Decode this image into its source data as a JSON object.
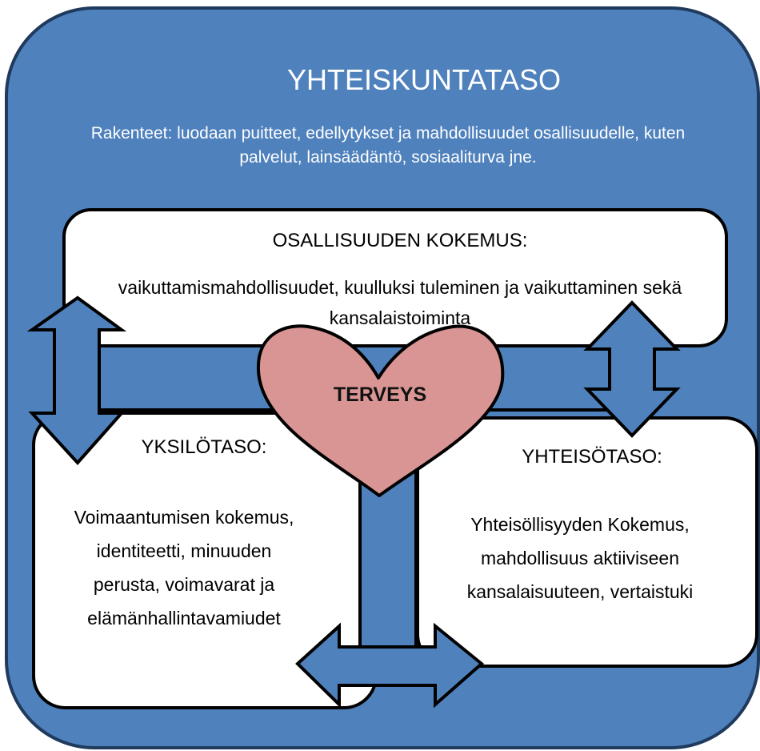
{
  "colors": {
    "outer_fill": "#4f81bd",
    "outer_stroke": "#1f3a5c",
    "box_fill": "#ffffff",
    "heart_fill": "#d99594",
    "arrow_fill": "#4f81bd"
  },
  "societal_level": {
    "title": "YHTEISKUNTATASO",
    "description": "Rakenteet: luodaan puitteet, edellytykset ja mahdollisuudet osallisuudelle, kuten palvelut, lainsäädäntö, sosiaaliturva jne."
  },
  "experience_box": {
    "title": "OSALLISUUDEN KOKEMUS:",
    "text": "vaikuttamismahdollisuudet, kuulluksi tuleminen ja vaikuttaminen sekä kansalaistoiminta"
  },
  "heart": {
    "label": "TERVEYS"
  },
  "individual_box": {
    "title": "YKSILÖTASO:",
    "text": "Voimaantumisen kokemus, identiteetti, minuuden perusta, voimavarat ja elämänhallintavamiudet"
  },
  "community_box": {
    "title": "YHTEISÖTASO:",
    "text": "Yhteisöllisyyden Kokemus, mahdollisuus aktiiviseen kansalaisuuteen, vertaistuki"
  }
}
